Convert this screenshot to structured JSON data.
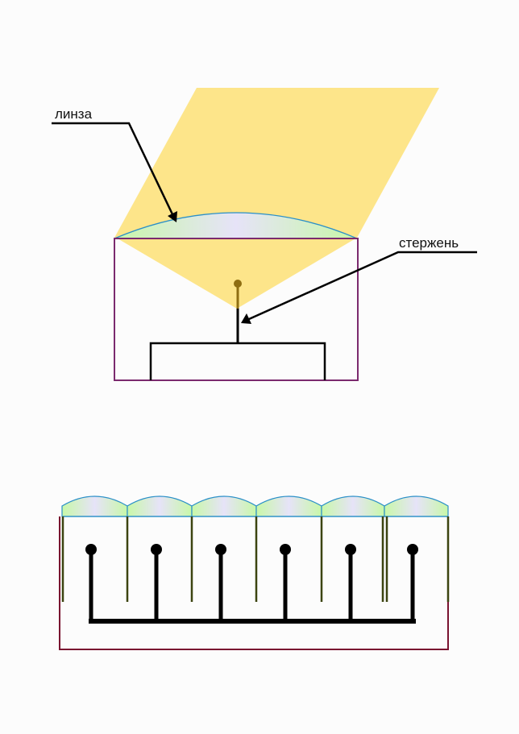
{
  "labels": {
    "lens": "линза",
    "rod": "стержень"
  },
  "colors": {
    "light_beam": "#fde58a",
    "housing_top": "#7b2a6e",
    "housing_bottom": "#7a1330",
    "lens_edge": "#2a8fc8",
    "lens_fill_side": "#c8f8a8",
    "lens_fill_center": "#e6e3f8",
    "rod_tip": "#8f6e12",
    "divider": "#3c4410",
    "wire": "#000000"
  },
  "array": {
    "lens_count": 6,
    "emitter_count": 6
  }
}
